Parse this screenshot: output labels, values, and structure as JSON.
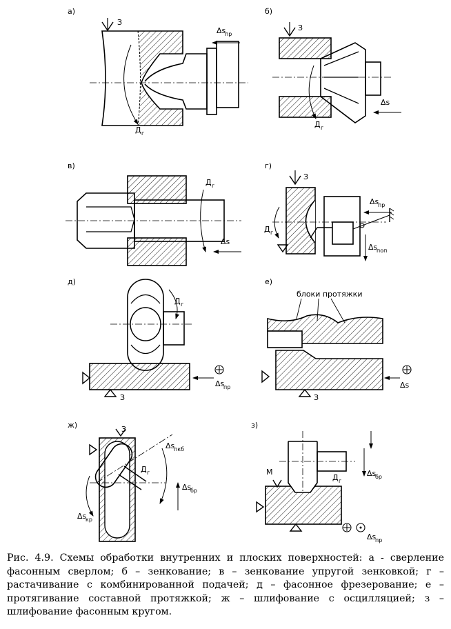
{
  "panels": [
    {
      "letter": "а)",
      "labels": {
        "clamp": "З",
        "feed": "Δs",
        "feed_sub": "пр",
        "rot": "Д",
        "rot_sub": "г"
      }
    },
    {
      "letter": "б)",
      "labels": {
        "clamp": "З",
        "feed": "Δs",
        "rot": "Д",
        "rot_sub": "г"
      }
    },
    {
      "letter": "в)",
      "labels": {
        "feed": "Δs",
        "rot": "Д",
        "rot_sub": "г"
      }
    },
    {
      "letter": "г)",
      "labels": {
        "clamp": "З",
        "feed": "Δs",
        "feed_sub": "пр",
        "feed2": "Δs",
        "feed2_sub": "поп",
        "rot": "Д",
        "rot_sub": "г"
      }
    },
    {
      "letter": "д)",
      "labels": {
        "clamp": "З",
        "feed": "Δs",
        "feed_sub": "пр",
        "rot": "Д",
        "rot_sub": "г"
      }
    },
    {
      "letter": "е)",
      "labels": {
        "clamp": "З",
        "feed": "Δs",
        "note": "блоки протяжки"
      }
    },
    {
      "letter": "ж)",
      "labels": {
        "clamp": "З",
        "feed": "Δs",
        "feed_sub": "пкб",
        "feed2": "Δs",
        "feed2_sub": "бр",
        "feed3": "Δs",
        "feed3_sub": "кр",
        "rot": "Д",
        "rot_sub": "г"
      }
    },
    {
      "letter": "з)",
      "labels": {
        "clamp": "М",
        "feed": "Δs",
        "feed_sub": "бр",
        "feed2": "Δs",
        "feed2_sub": "пр",
        "rot": "Д",
        "rot_sub": "г"
      }
    }
  ],
  "caption": "Рис. 4.9. Схемы обработки внутренних и плоских поверхностей: а - сверление фасонным сверлом; б – зенкование; в – зенкование упругой зенковкой; г – растачивание с комбинированной подачей; д – фасонное фрезерование; е – протягивание составной протяжкой; ж – шлифование с осцилляцией; з – шлифование фасонным кругом."
}
